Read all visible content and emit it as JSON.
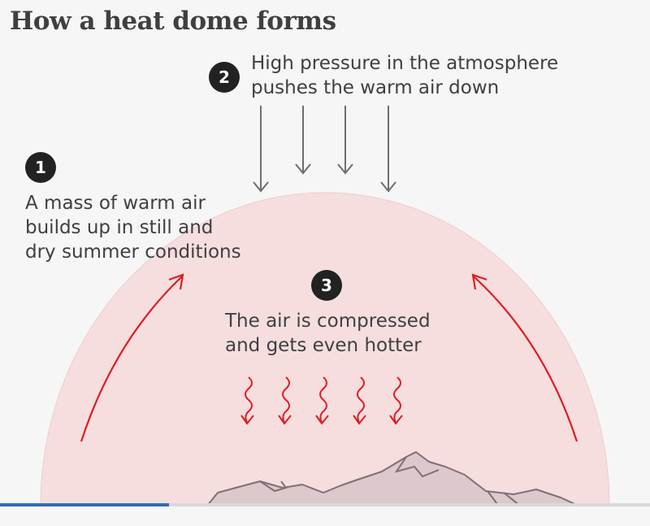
{
  "title": "How a heat dome forms",
  "steps": [
    {
      "number": "1",
      "lines": [
        "A mass of warm air",
        "builds up in still and",
        "dry summer conditions"
      ]
    },
    {
      "number": "2",
      "lines": [
        "High pressure in the atmosphere",
        "pushes the warm air down"
      ]
    },
    {
      "number": "3",
      "lines": [
        "The air is compressed",
        "and gets even hotter"
      ]
    }
  ],
  "colors": {
    "dome": "#f6dede",
    "dome_edge": "#efcccc",
    "circulation_arrow": "#e11b22",
    "heat_arrow": "#e11b22",
    "pressure_arrow": "#6e6e73",
    "mountains_fill": "#ddc8cc",
    "mountains_stroke": "#7e7074",
    "badge": "#222222",
    "progress": "#2e6db4"
  },
  "progress": 0.26
}
